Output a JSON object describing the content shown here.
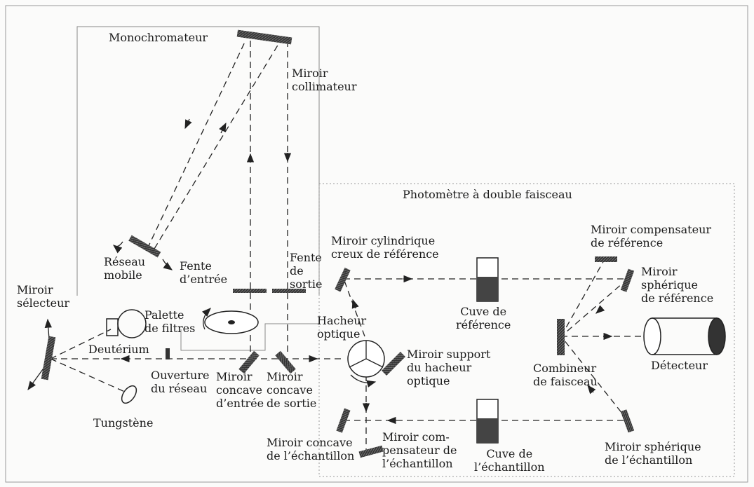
{
  "sections": {
    "monochromator": "Monochromateur",
    "photometer": "Photomètre à double faisceau"
  },
  "labels": {
    "collimator_mirror": "Miroir\ncollimateur",
    "grating": "Réseau\nmobile",
    "entrance_slit": "Fente\nd’entrée",
    "exit_slit": "Fente\nde\nsortie",
    "selector_mirror": "Miroir\nsélecteur",
    "filter_wheel": "Palette\nde filtres",
    "deuterium": "Deutérium",
    "grating_aperture": "Ouverture\ndu réseau",
    "tungsten": "Tungstène",
    "entrance_concave": "Miroir\nconcave\nd’entrée",
    "exit_concave": "Miroir\nconcave\nde sortie",
    "chopper": "Hacheur\noptique",
    "chopper_support": "Miroir support\ndu hacheur\noptique",
    "ref_cylindrical": "Miroir cylindrique\ncreux de référence",
    "ref_cell": "Cuve de\nréférence",
    "ref_compensator": "Miroir compensateur\nde référence",
    "ref_spherical": "Miroir\nsphérique\nde référence",
    "beam_combiner": "Combineur\nde faisceau",
    "detector": "Détecteur",
    "sample_concave": "Miroir concave\nde l’échantillon",
    "sample_compensator": "Miroir com-\npensateur de\nl’échantillon",
    "sample_cell": "Cuve de\nl’échantillon",
    "sample_spherical": "Miroir sphérique\nde l’échantillon"
  }
}
